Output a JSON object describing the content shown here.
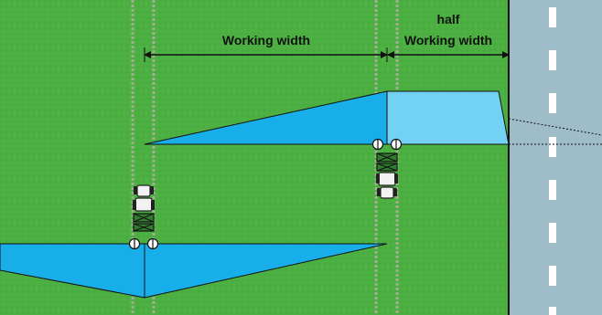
{
  "labels": {
    "working_width": "Working width",
    "half_line1": "half",
    "half_line2": "Working width"
  },
  "colors": {
    "field": "#4caf42",
    "field_dark": "#3f9a36",
    "road": "#9fbcc9",
    "road_marking": "#ffffff",
    "boundary": "#111111",
    "spray_dark": "#18aeea",
    "spray_light": "#73d2f4",
    "tramline": "#b8b8a8",
    "tractor_body": "#f2f2f2",
    "implement": "#2f7d2f"
  },
  "icons": {
    "tractor": "tractor-icon",
    "spreader": "spreader-icon",
    "spinning_disc": "spinning-disc-icon"
  }
}
